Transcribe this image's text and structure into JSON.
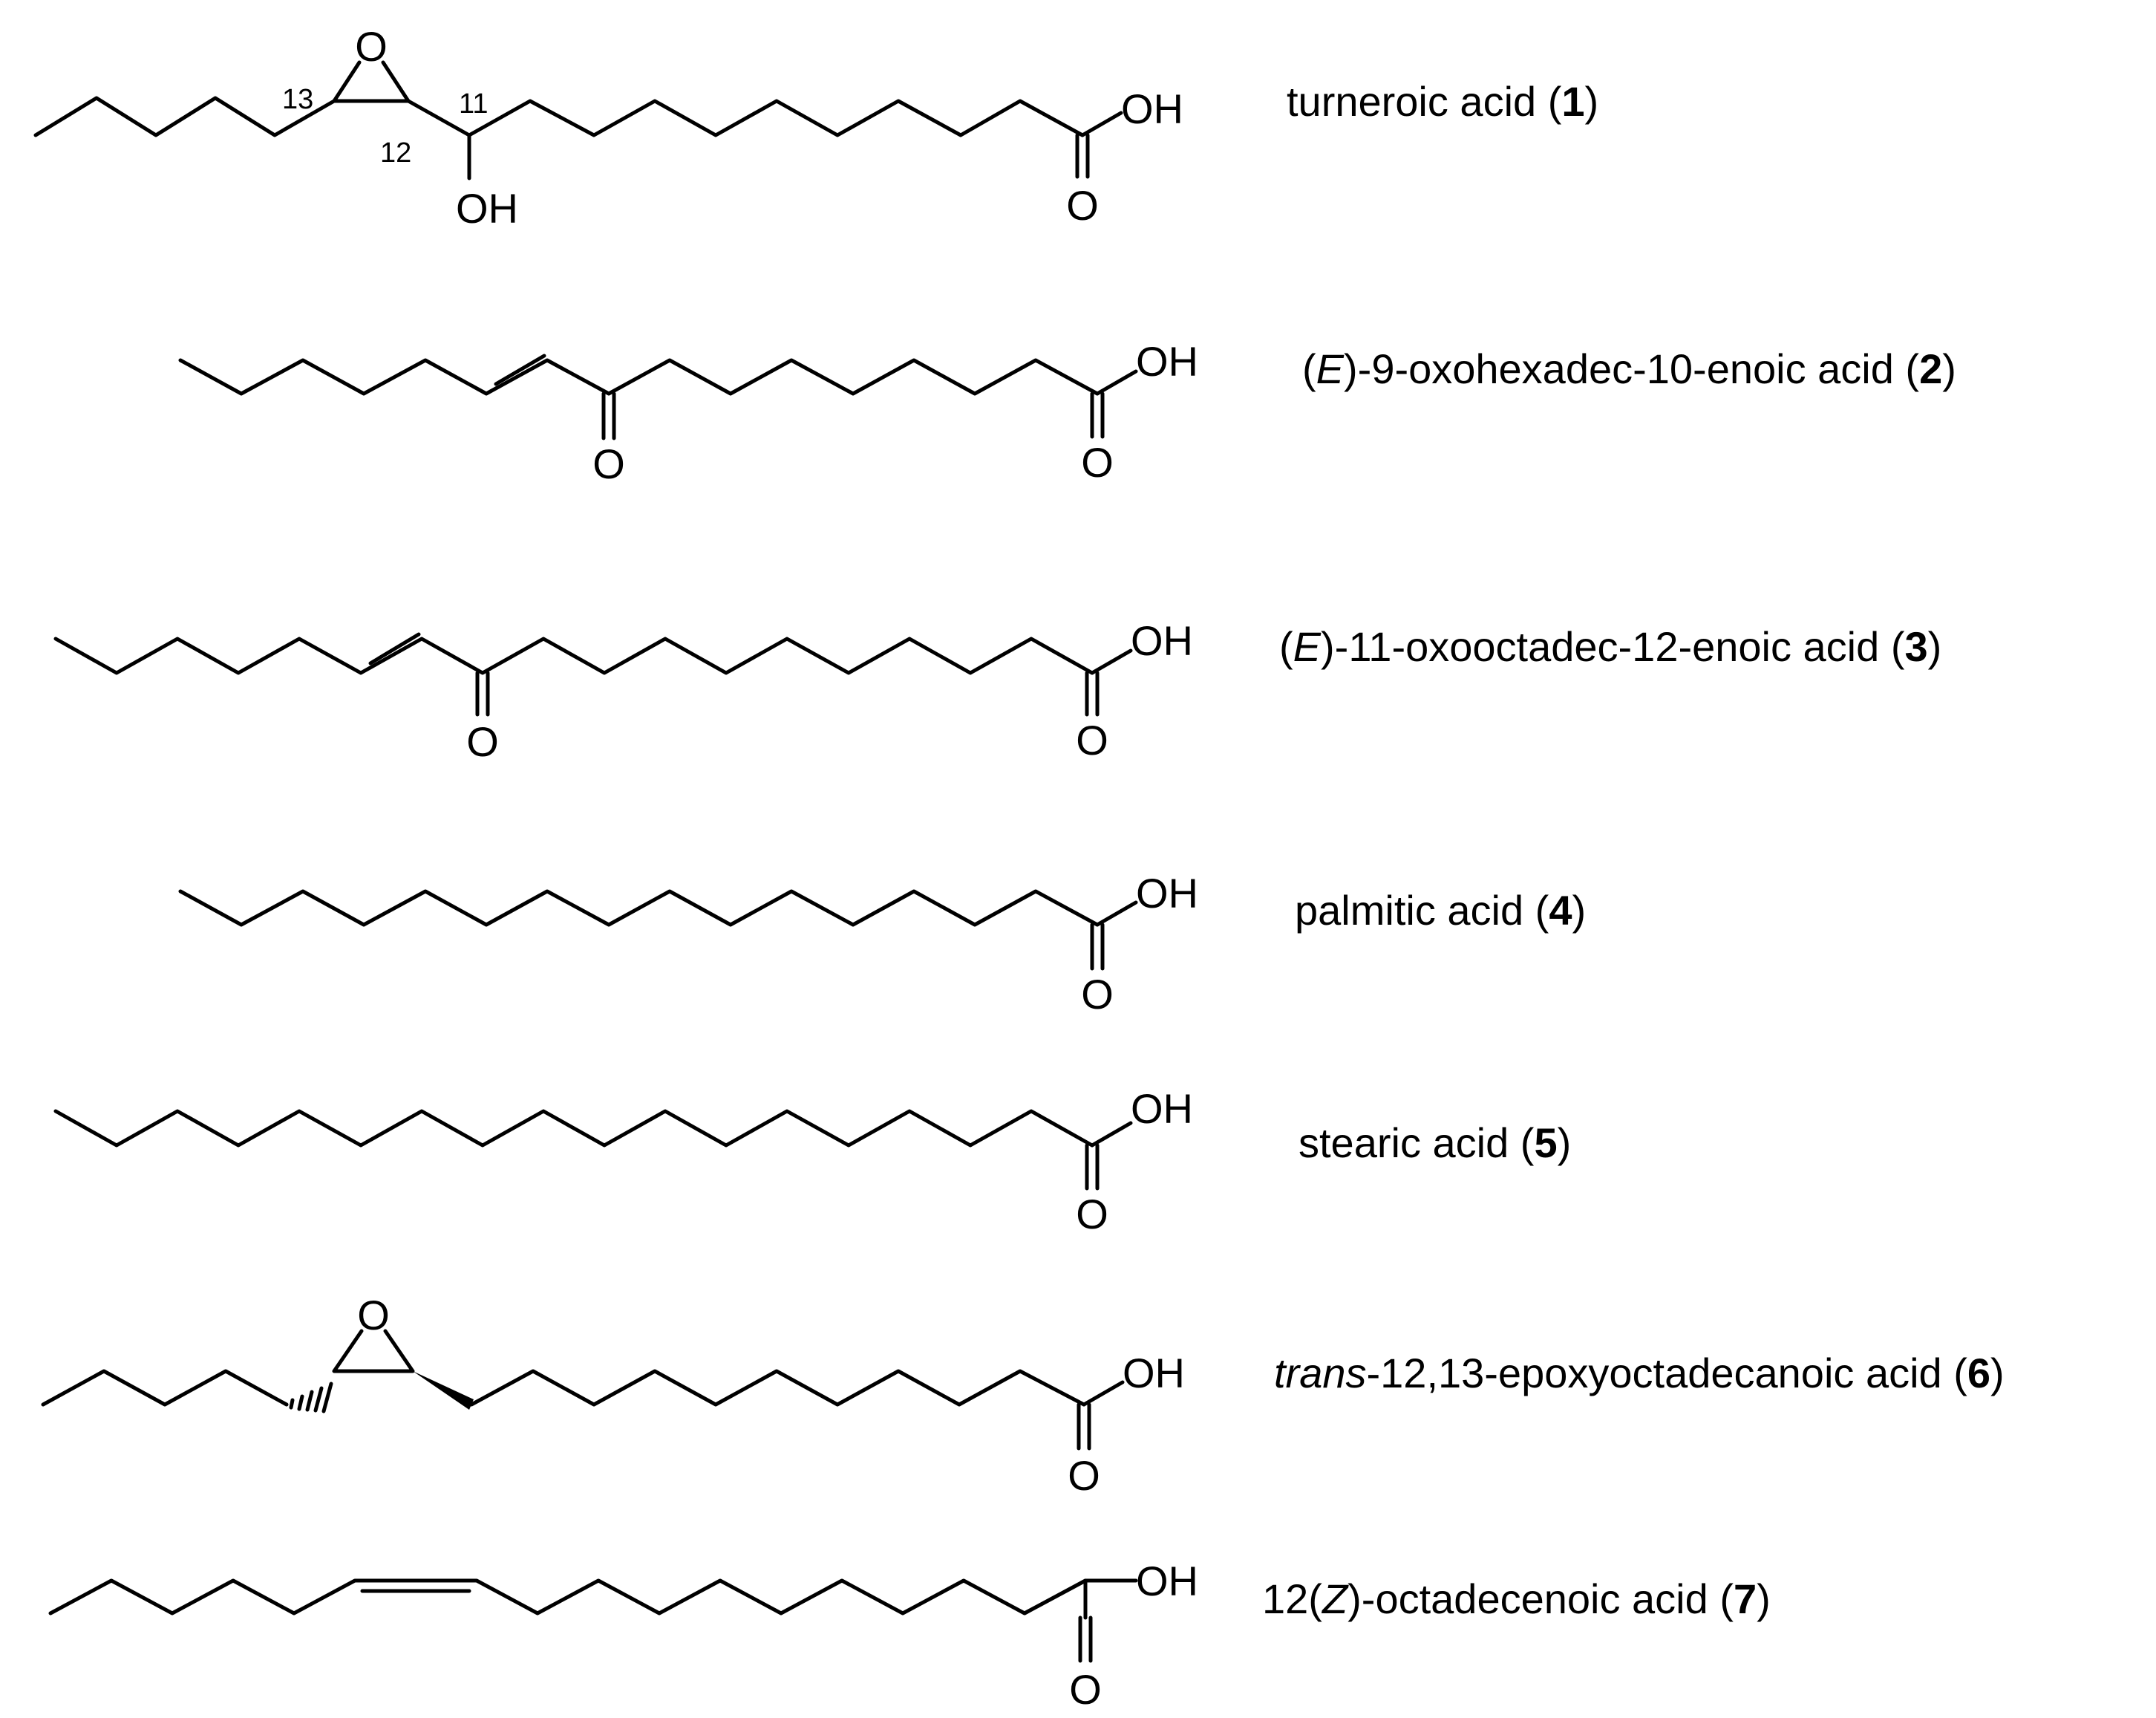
{
  "compounds": [
    {
      "name_parts": [
        {
          "text": "turneroic acid ("
        },
        {
          "text": "1",
          "style": "bold"
        },
        {
          "text": ")"
        }
      ],
      "atoms": {
        "epoxide_o": "O",
        "hydroxyl": "OH",
        "acid_oh": "OH",
        "acid_o": "O"
      },
      "locants": [
        "13",
        "12",
        "11"
      ]
    },
    {
      "name_parts": [
        {
          "text": "("
        },
        {
          "text": "E",
          "style": "italic"
        },
        {
          "text": ")-9-oxohexadec-10-enoic acid ("
        },
        {
          "text": "2",
          "style": "bold"
        },
        {
          "text": ")"
        }
      ],
      "atoms": {
        "ketone_o": "O",
        "acid_oh": "OH",
        "acid_o": "O"
      }
    },
    {
      "name_parts": [
        {
          "text": "("
        },
        {
          "text": "E",
          "style": "italic"
        },
        {
          "text": ")-11-oxooctadec-12-enoic acid ("
        },
        {
          "text": "3",
          "style": "bold"
        },
        {
          "text": ")"
        }
      ],
      "atoms": {
        "ketone_o": "O",
        "acid_oh": "OH",
        "acid_o": "O"
      }
    },
    {
      "name_parts": [
        {
          "text": "palmitic acid ("
        },
        {
          "text": "4",
          "style": "bold"
        },
        {
          "text": ")"
        }
      ],
      "atoms": {
        "acid_oh": "OH",
        "acid_o": "O"
      }
    },
    {
      "name_parts": [
        {
          "text": "stearic acid ("
        },
        {
          "text": "5",
          "style": "bold"
        },
        {
          "text": ")"
        }
      ],
      "atoms": {
        "acid_oh": "OH",
        "acid_o": "O"
      }
    },
    {
      "name_parts": [
        {
          "text": "trans",
          "style": "italic"
        },
        {
          "text": "-12,13-epoxyoctadecanoic acid ("
        },
        {
          "text": "6",
          "style": "bold"
        },
        {
          "text": ")"
        }
      ],
      "atoms": {
        "epoxide_o": "O",
        "acid_oh": "OH",
        "acid_o": "O"
      }
    },
    {
      "name_parts": [
        {
          "text": "12("
        },
        {
          "text": "Z",
          "style": "italic"
        },
        {
          "text": ")-octadecenoic acid ("
        },
        {
          "text": "7",
          "style": "bold"
        },
        {
          "text": ")"
        }
      ],
      "atoms": {
        "acid_oh": "OH",
        "acid_o": "O"
      }
    }
  ]
}
